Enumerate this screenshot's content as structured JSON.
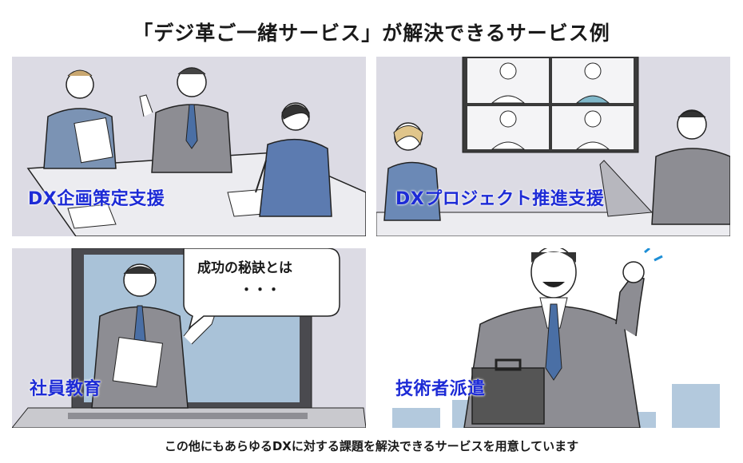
{
  "title": "「デジ革ご一緒サービス」が解決できるサービス例",
  "panels": [
    {
      "label": "DX企画策定支援"
    },
    {
      "label": "DXプロジェクト推進支援"
    },
    {
      "label": "社員教育",
      "bubble_line1": "成功の秘訣とは",
      "bubble_line2": "・・・"
    },
    {
      "label": "技術者派遣"
    }
  ],
  "footer": "この他にもあらゆるDXに対する課題を解決できるサービスを用意しています",
  "colors": {
    "label": "#1d2bd6",
    "panel_bg": "#dcdbe4"
  }
}
